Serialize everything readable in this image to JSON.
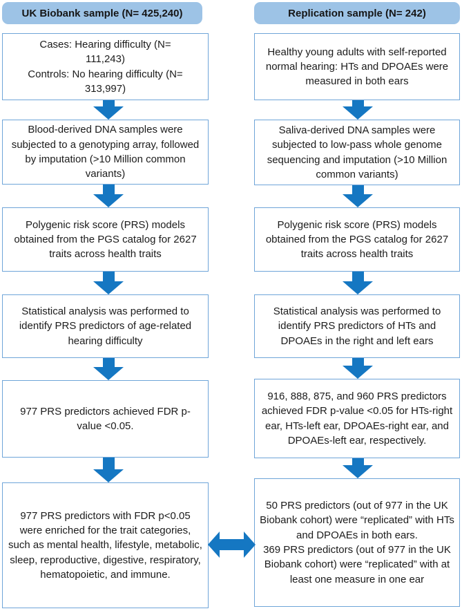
{
  "colors": {
    "header_fill": "#9DC3E6",
    "box_border": "#6EA4D8",
    "arrow": "#1577C2",
    "text": "#1b1b1b"
  },
  "columns": [
    {
      "header": "UK Biobank sample (N= 425,240)",
      "boxes": [
        "Cases: Hearing difficulty (N=\n111,243)\nControls: No hearing difficulty (N=\n313,997)",
        "Blood-derived DNA samples were subjected to a genotyping array, followed by imputation (>10 Million common variants)",
        "Polygenic risk score (PRS) models obtained from the PGS catalog for 2627 traits across health traits",
        "Statistical analysis was performed to identify PRS predictors of age-related hearing difficulty",
        "977 PRS predictors achieved FDR p-\nvalue <0.05.",
        "977 PRS predictors with FDR p<0.05 were enriched for the trait categories, such as mental health, lifestyle, metabolic, sleep, reproductive, digestive, respiratory, hematopoietic, and immune."
      ]
    },
    {
      "header": "Replication sample (N= 242)",
      "boxes": [
        "Healthy young adults with self-reported normal hearing: HTs and DPOAEs were measured in both ears",
        "Saliva-derived DNA samples were subjected to low-pass whole genome sequencing and imputation (>10 Million common variants)",
        "Polygenic risk score (PRS) models obtained from the PGS catalog for 2627 traits across health traits",
        "Statistical analysis was performed to identify PRS predictors of HTs and DPOAEs in the right and left ears",
        "916, 888, 875, and 960 PRS predictors achieved FDR p-value <0.05 for HTs-right ear, HTs-left ear, DPOAEs-right ear, and DPOAEs-left ear, respectively.",
        "50 PRS predictors (out of 977 in the UK Biobank cohort) were “replicated” with HTs and DPOAEs in both ears.\n369 PRS predictors (out of 977 in the UK Biobank cohort) were “replicated” with at least one measure in one ear"
      ]
    }
  ]
}
